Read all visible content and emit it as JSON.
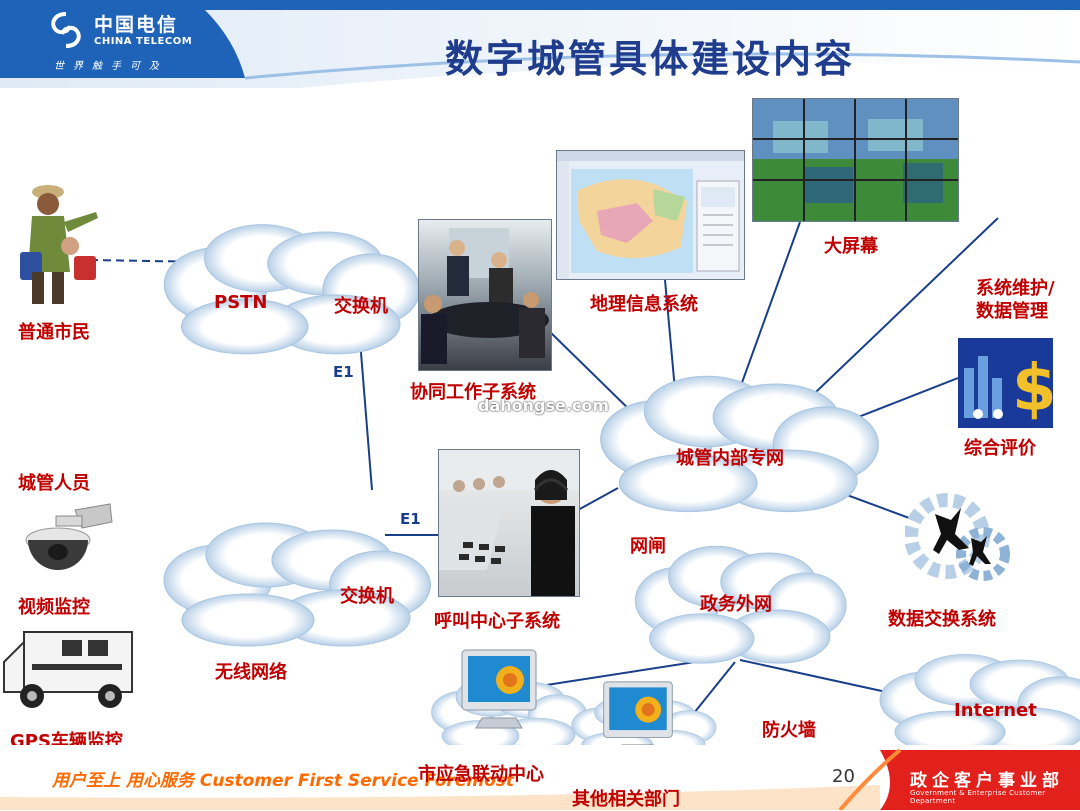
{
  "header": {
    "logo_cn": "中国电信",
    "logo_en": "CHINA TELECOM",
    "logo_slogan": "世界触手可及",
    "title": "数字城管具体建设内容"
  },
  "labels": {
    "citizen": "普通市民",
    "pstn": "PSTN",
    "switch_top": "交换机",
    "e1_top": "E1",
    "collab": "协同工作子系统",
    "gis": "地理信息系统",
    "big_screen": "大屏幕",
    "maintenance_line1": "系统维护/",
    "maintenance_line2": "数据管理",
    "evaluation": "综合评价",
    "internal_net": "城管内部专网",
    "inspector": "城管人员",
    "video": "视频监控",
    "gps": "GPS车辆监控",
    "e1_bottom": "E1",
    "switch_bottom": "交换机",
    "wireless": "无线网络",
    "call_center": "呼叫中心子系统",
    "gateway": "网闸",
    "gov_extranet": "政务外网",
    "data_exchange": "数据交换系统",
    "internet": "Internet",
    "firewall": "防火墙",
    "emergency": "市应急联动中心",
    "other_depts": "其他相关部门",
    "watermark": "dahongse.com"
  },
  "footer": {
    "slogan": "用户至上  用心服务  Customer First Service Foremost",
    "page": "20",
    "dept_cn": "政企客户事业部",
    "dept_en": "Government & Enterprise Customer Department"
  },
  "colors": {
    "brand_blue": "#1e63b8",
    "title_blue": "#1f3d8c",
    "label_red": "#c00000",
    "footer_orange": "#ff6a00",
    "cloud_blue": "#8fb5d9"
  }
}
